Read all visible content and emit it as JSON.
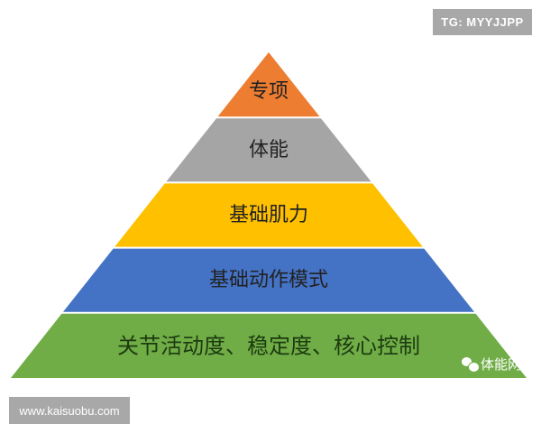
{
  "pyramid": {
    "layers": [
      {
        "label": "专项",
        "color": "#ED7D31"
      },
      {
        "label": "体能",
        "color": "#A5A5A5"
      },
      {
        "label": "基础肌力",
        "color": "#FFC000"
      },
      {
        "label": "基础动作模式",
        "color": "#4472C4"
      },
      {
        "label": "关节活动度、稳定度、核心控制",
        "color": "#70AD47"
      }
    ]
  },
  "watermarks": {
    "tg": "TG: MYYJJPP",
    "site": "www.kaisuobu.com",
    "wechat": "体能网"
  }
}
